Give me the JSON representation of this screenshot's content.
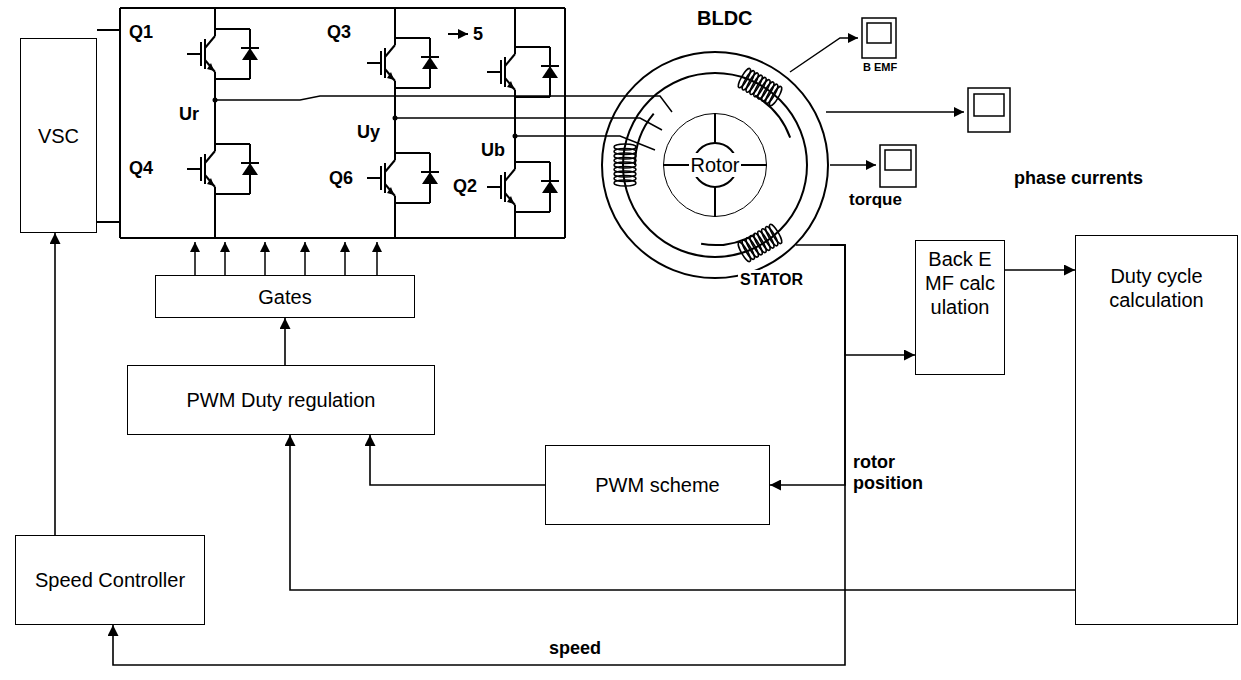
{
  "diagram": {
    "nodes": [
      {
        "text": [
          "VSC"
        ]
      },
      {
        "text": [
          "Gates"
        ]
      },
      {
        "text": [
          "PWM Duty regulation"
        ]
      },
      {
        "text": [
          "Speed Controller"
        ]
      },
      {
        "text": [
          "PWM scheme"
        ]
      },
      {
        "text": [
          "Back EMF calculation"
        ]
      },
      {
        "text": [
          "Duty cycle calculation"
        ]
      },
      {
        "text": [
          "BLDC",
          "STATOR"
        ]
      },
      {
        "text": [
          "Rotor"
        ],
        "in": 7
      }
    ],
    "edges": [
      {
        "from": 3,
        "to": 0,
        "arrow": "to"
      },
      {
        "from": 2,
        "to": 1,
        "arrow": "to"
      },
      {
        "from": 4,
        "to": 2,
        "arrow": "to"
      },
      {
        "from": 5,
        "to": 6,
        "arrow": "to"
      },
      {
        "from": 6,
        "to": 2,
        "arrow": "to"
      },
      {
        "from": 7,
        "to": 5,
        "arrow": "to"
      },
      {
        "from": 7,
        "to": 4,
        "label": "rotor position",
        "arrow": "to"
      },
      {
        "from": 7,
        "to": 3,
        "label": "speed",
        "arrow": "to"
      }
    ],
    "labels": [
      "Q1",
      "Q3",
      "5",
      "Q4",
      "Q6",
      "Q2",
      "Ur",
      "Uy",
      "Ub",
      "B EMF",
      "phase currents",
      "torque"
    ]
  }
}
